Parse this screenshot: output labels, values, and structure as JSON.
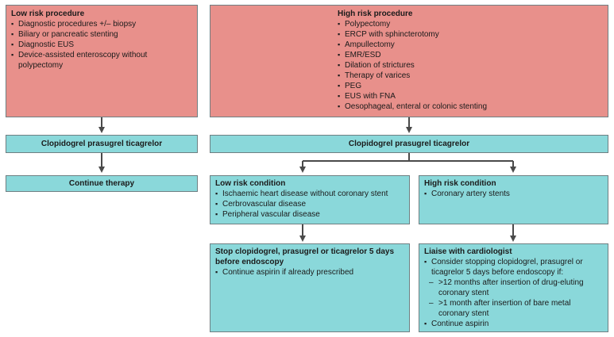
{
  "low_procedure": {
    "title": "Low risk procedure",
    "items": [
      "Diagnostic procedures +/– biopsy",
      "Biliary or pancreatic stenting",
      "Diagnostic EUS",
      "Device-assisted enteroscopy without polypectomy"
    ]
  },
  "high_procedure": {
    "title": "High risk procedure",
    "items": [
      "Polypectomy",
      "ERCP with sphincterotomy",
      "Ampullectomy",
      "EMR/ESD",
      "Dilation of strictures",
      "Therapy of varices",
      "PEG",
      "EUS with FNA",
      "Oesophageal, enteral or colonic stenting"
    ]
  },
  "drugs_left": "Clopidogrel prasugrel ticagrelor",
  "drugs_right": "Clopidogrel prasugrel ticagrelor",
  "continue_therapy": "Continue therapy",
  "low_condition": {
    "title": "Low risk condition",
    "items": [
      "Ischaemic heart disease without coronary stent",
      "Cerbrovascular disease",
      "Peripheral vascular disease"
    ]
  },
  "high_condition": {
    "title": "High risk condition",
    "items": [
      "Coronary artery stents"
    ]
  },
  "stop": {
    "title": "Stop clopidogrel, prasugrel or ticagrelor 5 days before endoscopy",
    "items": [
      "Continue aspirin if already prescribed"
    ]
  },
  "liaise": {
    "title": "Liaise with cardiologist",
    "item1": "Consider stopping clopidogrel, prasugrel or ticagrelor 5 days before endoscopy if:",
    "sub_items": [
      ">12 months after insertion of drug-eluting coronary stent",
      ">1 month after insertion of bare metal coronary stent"
    ],
    "item2": "Continue aspirin"
  },
  "colors": {
    "red_box": "#e8908b",
    "teal_box": "#8ad8da",
    "arrow": "#4a4a4a"
  }
}
